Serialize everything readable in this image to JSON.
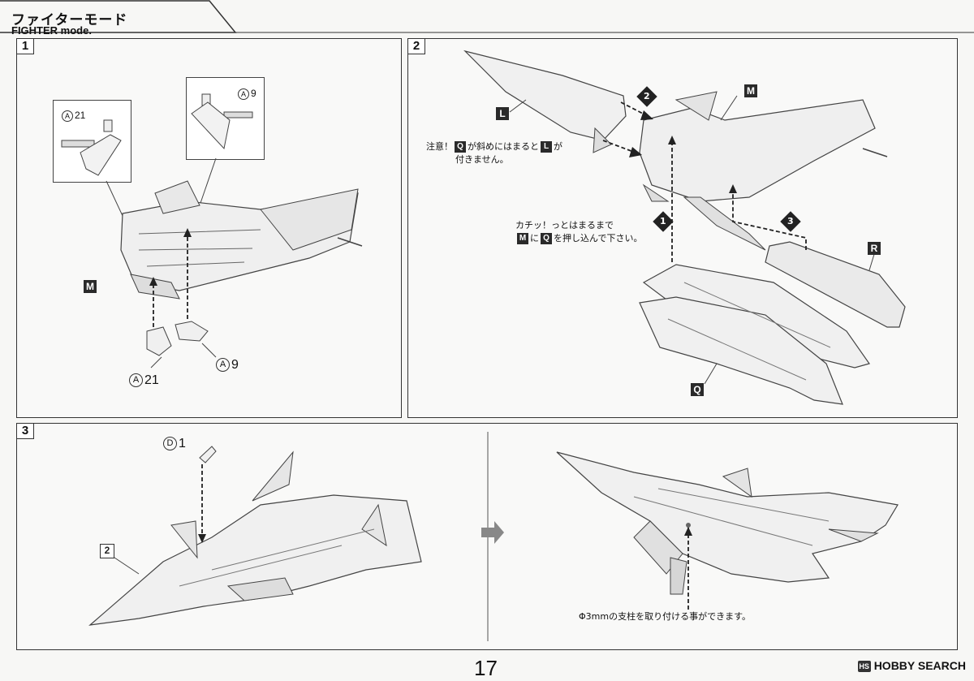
{
  "header": {
    "title_jp": "ファイターモード",
    "title_en": "FIGHTER mode."
  },
  "steps": [
    {
      "number": "1"
    },
    {
      "number": "2"
    },
    {
      "number": "3"
    }
  ],
  "step1": {
    "part_m": "M",
    "runner_a21": {
      "letter": "A",
      "num": "21"
    },
    "runner_a9": {
      "letter": "A",
      "num": "9"
    }
  },
  "step2": {
    "part_l": "L",
    "part_m": "M",
    "part_r": "R",
    "part_q": "Q",
    "arrow_labels": [
      "1",
      "2",
      "3"
    ],
    "note1": {
      "prefix": "注意！",
      "part_q": "Q",
      "mid": "が斜めにはまると",
      "part_l": "L",
      "suffix": "が",
      "line2": "付きません。"
    },
    "note2": {
      "line1": "カチッ！っとはまるまで",
      "part_m": "M",
      "mid": "に",
      "part_q": "Q",
      "suffix": "を押し込んで下さい。"
    }
  },
  "step3": {
    "runner_d1": {
      "letter": "D",
      "num": "1"
    },
    "part_2": "2",
    "stand_note": "Φ3mmの支柱を取り付ける事ができます。"
  },
  "footer": {
    "page_number": "17",
    "brand": "HOBBY SEARCH",
    "brand_logo": "HS"
  }
}
